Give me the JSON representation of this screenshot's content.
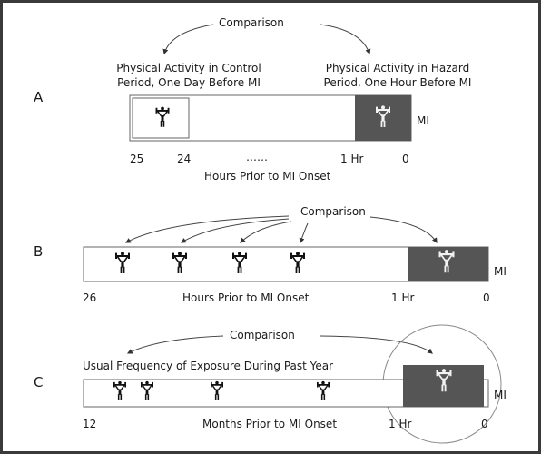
{
  "panel_a": {
    "letter": "A",
    "comparison": "Comparison",
    "control_label_line1": "Physical Activity in Control",
    "control_label_line2": "Period, One Day Before MI",
    "hazard_label_line1": "Physical Activity in Hazard",
    "hazard_label_line2": "Period, One Hour Before MI",
    "mi": "MI",
    "tick_25": "25",
    "tick_24": "24",
    "dots": "……",
    "tick_1": "1 Hr",
    "tick_0": "0",
    "axis": "Hours Prior to MI Onset"
  },
  "panel_b": {
    "letter": "B",
    "comparison": "Comparison",
    "mi": "MI",
    "tick_26": "26",
    "axis": "Hours Prior to MI Onset",
    "tick_1": "1 Hr",
    "tick_0": "0"
  },
  "panel_c": {
    "letter": "C",
    "comparison": "Comparison",
    "usual": "Usual Frequency of Exposure During Past Year",
    "mi": "MI",
    "tick_12": "12",
    "axis": "Months Prior to MI Onset",
    "tick_1": "1 Hr",
    "tick_0": "0"
  },
  "colors": {
    "hazard_fill": "#555555",
    "line": "#444444",
    "text": "#1a1a1a"
  }
}
